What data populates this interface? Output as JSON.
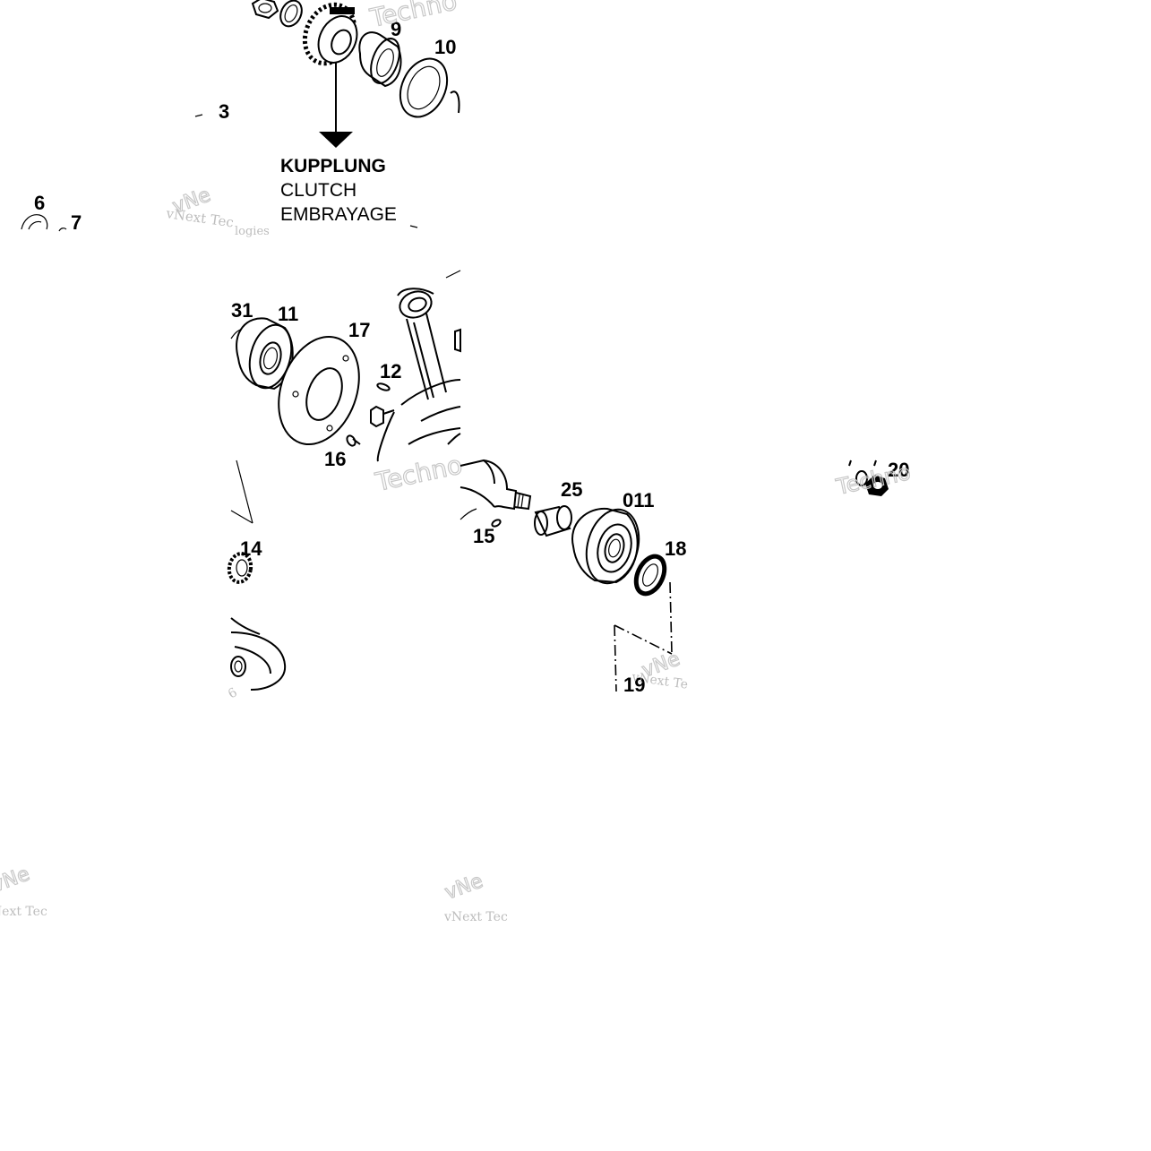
{
  "clutch_label": {
    "de": "KUPPLUNG",
    "en": "CLUTCH",
    "fr": "EMBRAYAGE"
  },
  "watermark": {
    "vnext": "vNext Tec",
    "vnext2": "vNext Te",
    "techno": "Techno",
    "gies": "logies",
    "ne": "vNe"
  },
  "part_numbers": {
    "p3": "3",
    "p6": "6",
    "p7": "7",
    "p9": "9",
    "p10": "10",
    "p11": "11",
    "p12": "12",
    "p14": "14",
    "p15": "15",
    "p16": "16",
    "p17": "17",
    "p18": "18",
    "p19": "19",
    "p20": "20",
    "p25": "25",
    "p31": "31",
    "p011": "011"
  }
}
